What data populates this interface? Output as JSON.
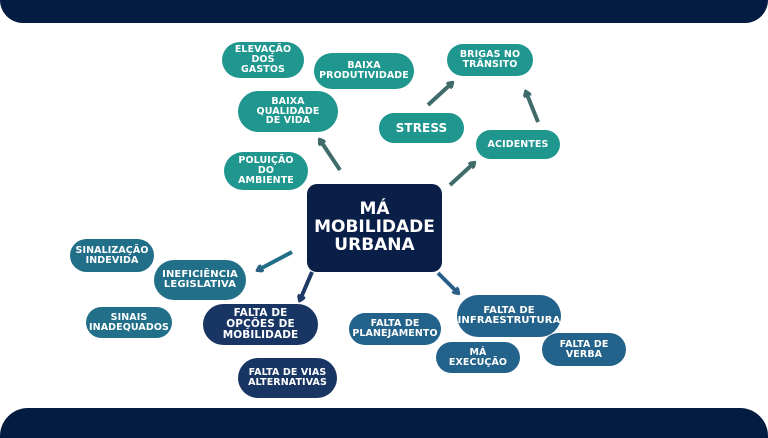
{
  "header_bar": {},
  "footer_bar": {},
  "center": {
    "label": "MÁ\nMOBILIDADE\nURBANA",
    "color": "#0a1f48"
  },
  "colors": {
    "teal": "#1f968e",
    "blue": "#23628a",
    "steel": "#216f88",
    "navy": "#183563",
    "arrow_teal": "#3f6b6a",
    "arrow_blue": "#2a5f86",
    "bar": "#051c42"
  },
  "nodes": {
    "elevacao_gastos": "ELEVAÇÃO\nDOS GASTOS",
    "baixa_produtividade": "BAIXA\nPRODUTIVIDADE",
    "baixa_qualidade_vida": "BAIXA\nQUALIDADE\nDE VIDA",
    "poluicao_ambiente": "POLUIÇÃO DO\nAMBIENTE",
    "brigas_transito": "BRIGAS NO\nTRÂNSITO",
    "stress": "STRESS",
    "acidentes": "ACIDENTES",
    "sinalizacao_indevida": "SINALIZAÇÃO\nINDEVIDA",
    "ineficiencia_legislativa": "INEFICIÊNCIA\nLEGISLATIVA",
    "sinais_inadequados": "SINAIS\nINADEQUADOS",
    "falta_opcoes_mobilidade": "FALTA DE\nOPÇÕES DE\nMOBILIDADE",
    "falta_vias_alternativas": "FALTA DE VIAS\nALTERNATIVAS",
    "falta_planejamento": "FALTA DE\nPLANEJAMENTO",
    "falta_infraestrutura": "FALTA DE\nINFRAESTRUTURA",
    "ma_execucao": "MÁ\nEXECUÇÃO",
    "falta_verba": "FALTA DE\nVERBA"
  }
}
